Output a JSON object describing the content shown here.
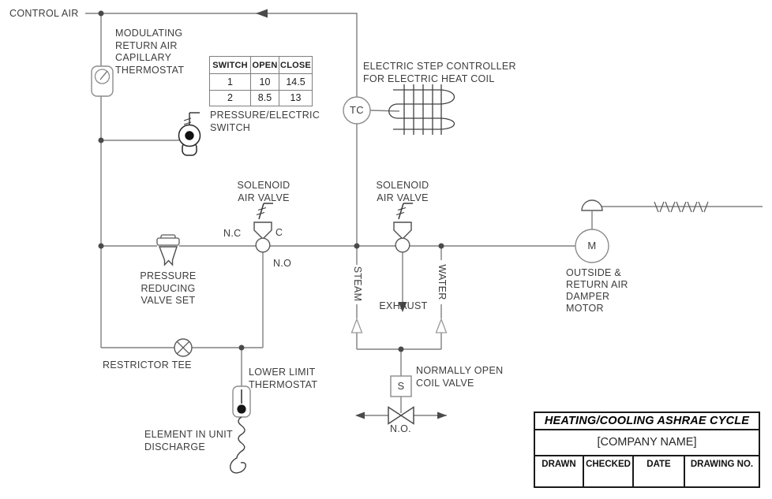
{
  "colors": {
    "pipe": "#808080",
    "symbol": "#595959",
    "dark_symbol": "#404040",
    "text": "#3d3d3d",
    "title_border": "#1a1a1a"
  },
  "labels": {
    "control_air": "CONTROL AIR",
    "modulating_thermostat": "MODULATING\nRETURN AIR\nCAPILLARY\nTHERMOSTAT",
    "pe_switch": "PRESSURE/ELECTRIC\nSWITCH",
    "step_controller": "ELECTRIC STEP CONTROLLER\nFOR ELECTRIC HEAT COIL",
    "solenoid_valve_1": "SOLENOID\nAIR VALVE",
    "solenoid_valve_2": "SOLENOID\nAIR VALVE",
    "pressure_reducing": "PRESSURE\nREDUCING\nVALVE SET",
    "restrictor_tee": "RESTRICTOR TEE",
    "lower_limit": "LOWER LIMIT\nTHERMOSTAT",
    "element_discharge": "ELEMENT IN UNIT\nDISCHARGE",
    "coil_valve": "NORMALLY OPEN\nCOIL VALVE",
    "damper_motor": "OUTSIDE &\nRETURN AIR\nDAMPER\nMOTOR",
    "exhaust": "EXHAUST",
    "steam": "STEAM",
    "water": "WATER",
    "port_nc": "N.C",
    "port_c": "C",
    "port_no": "N.O",
    "valve_no": "N.O."
  },
  "devices": {
    "temp_controller": "TC",
    "motor": "M",
    "solenoid": "S"
  },
  "switch_table": {
    "headers": [
      "SWITCH",
      "OPEN",
      "CLOSE"
    ],
    "rows": [
      [
        "1",
        "10",
        "14.5"
      ],
      [
        "2",
        "8.5",
        "13"
      ]
    ]
  },
  "title_block": {
    "title": "HEATING/COOLING ASHRAE CYCLE",
    "company": "[COMPANY NAME]",
    "fields": [
      "DRAWN",
      "CHECKED",
      "DATE",
      "DRAWING NO."
    ]
  }
}
